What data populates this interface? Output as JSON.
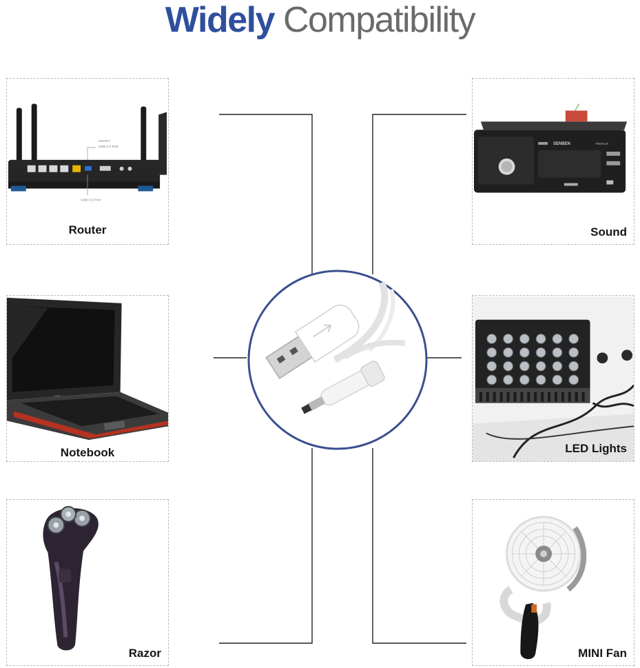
{
  "title": {
    "word1": "Widely",
    "word2": "Compatibility"
  },
  "devices": {
    "router": "Router",
    "sound": "Sound",
    "notebook": "Notebook",
    "led_lights": "LED Lights",
    "razor": "Razor",
    "mini_fan": "MINI Fan"
  },
  "router_panel": {
    "line1": "eSATA /",
    "line2": "USB 2.0 Port",
    "line3": "USB 3.0 Port"
  },
  "radio_panel": {
    "brand": "SENBEN",
    "mode": "FM/AUX"
  },
  "laptop_brand": "DELL",
  "colors": {
    "title_accent": "#2f4f9e",
    "title_gray": "#6a6a6a",
    "circle_border": "#3a4f8f"
  }
}
